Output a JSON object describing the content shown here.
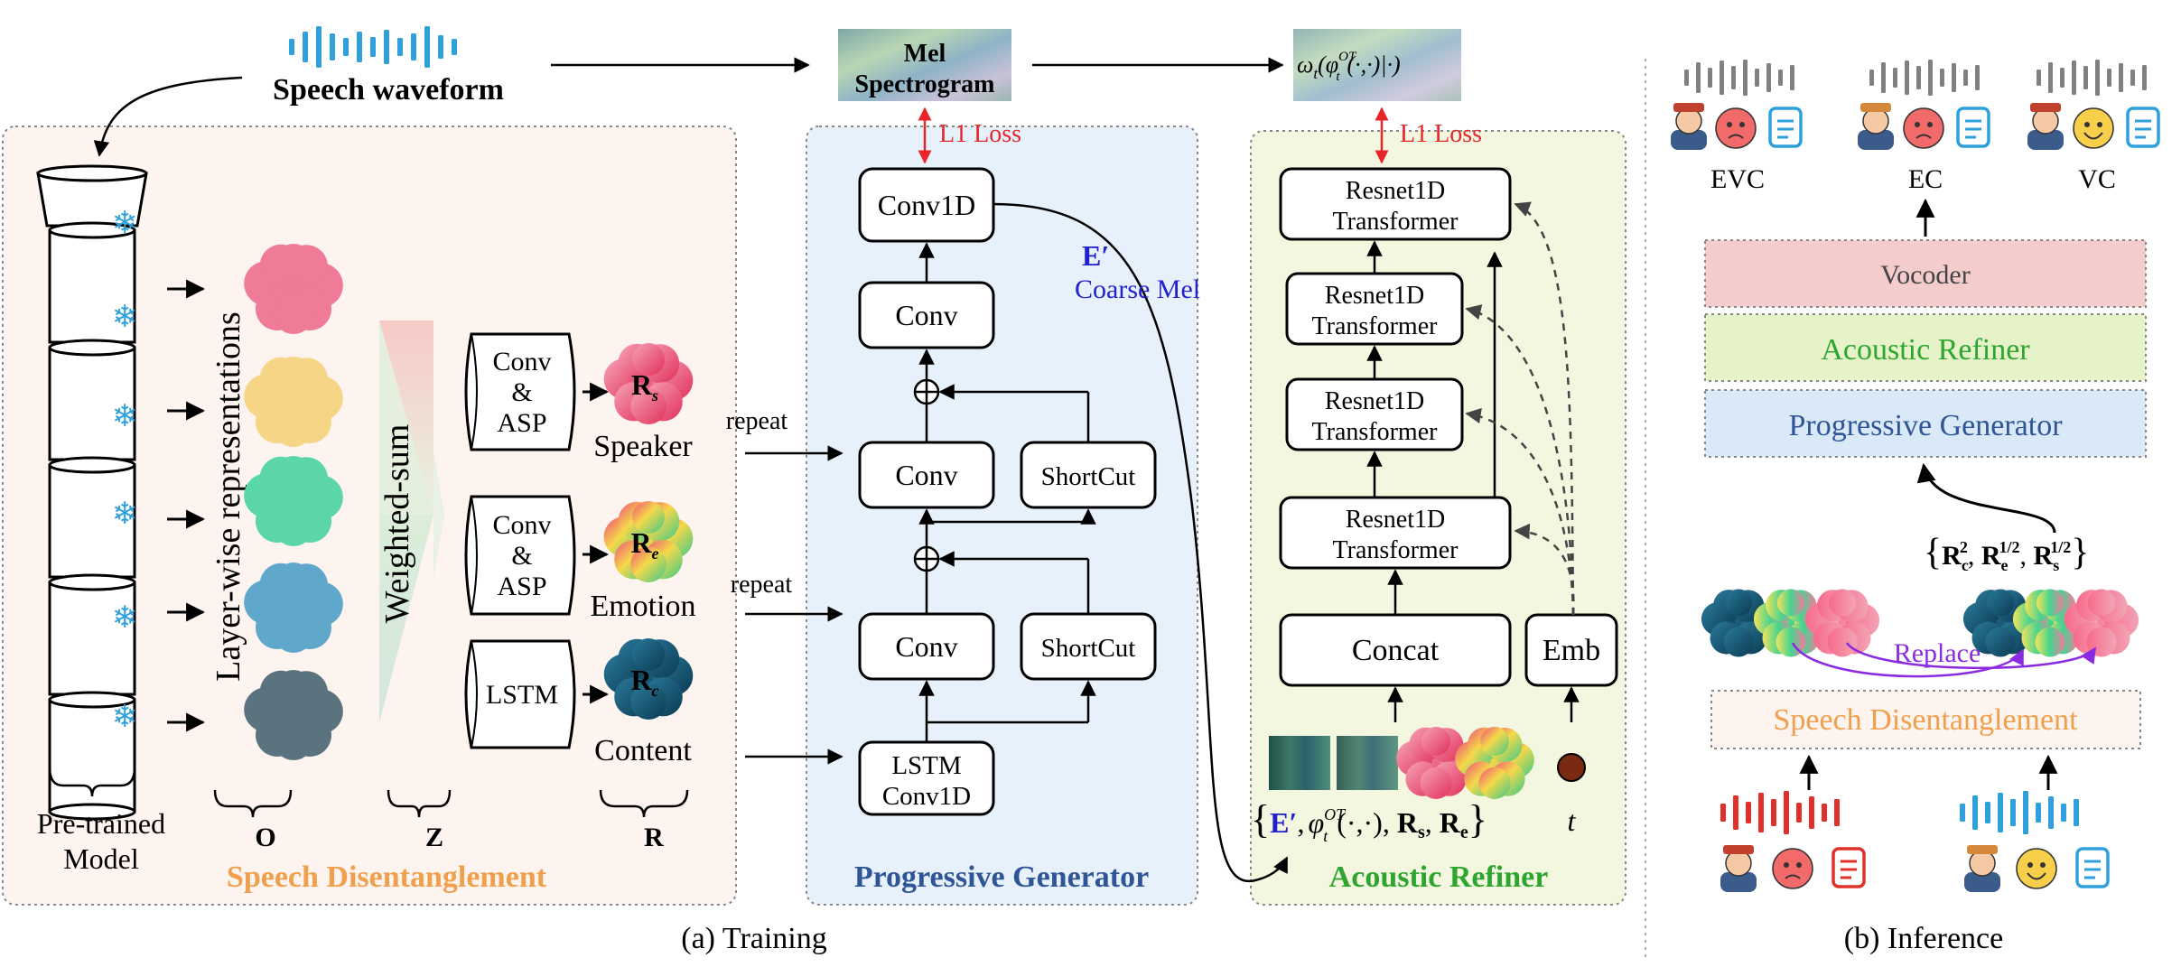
{
  "colors": {
    "sd_fill": "#fdf3ef",
    "sd_title": "#f0a04c",
    "pg_fill": "#e6f1fb",
    "pg_title": "#2f5597",
    "ar_fill": "#f3f7df",
    "ar_title": "#2ea52e",
    "loss": "#e8262a",
    "coarse": "#2222cc",
    "replace": "#8a2be2",
    "waveform_blue": "#2fa0dc",
    "waveform_red": "#e0302a",
    "waveform_gray": "#808080"
  },
  "training": {
    "waveform_label": "Speech waveform",
    "mel_label": "Mel Spectrogram",
    "mel_label_line1": "Mel",
    "mel_label_line2": "Spectrogram",
    "target_label": "ωt(φtOT(·,·)|·)",
    "target_parts": {
      "omega": "ω",
      "t_sub": "t",
      "phi": "(φ",
      "ot_sup": "OT",
      "t_sub2": "t",
      "rest": "(·,·)|·)"
    },
    "l1_loss": "L1 Loss",
    "speech_disentanglement": {
      "title": "Speech Disentanglement",
      "pretrained_model": "Pre-trained Model",
      "pretrained_line1": "Pre-trained",
      "pretrained_line2": "Model",
      "layerwise": "Layer-wise representations",
      "weighted_sum": "Weighted-sum",
      "o_label": "O",
      "z_label": "Z",
      "r_label": "R",
      "modules": [
        {
          "line1": "Conv",
          "line2": "&",
          "line3": "ASP"
        },
        {
          "line1": "Conv",
          "line2": "&",
          "line3": "ASP"
        },
        {
          "line1": "LSTM"
        }
      ],
      "outputs": [
        {
          "symbol": "R",
          "sub": "s",
          "name": "Speaker"
        },
        {
          "symbol": "R",
          "sub": "e",
          "name": "Emotion"
        },
        {
          "symbol": "R",
          "sub": "c",
          "name": "Content"
        }
      ]
    },
    "repeat_label": "repeat",
    "progressive_generator": {
      "title": "Progressive Generator",
      "conv1d": "Conv1D",
      "conv": "Conv",
      "shortcut": "ShortCut",
      "lstm_line1": "LSTM",
      "lstm_line2": "Conv1D"
    },
    "e_prime": "E′",
    "coarse_mel": "Coarse Mel",
    "acoustic_refiner": {
      "title": "Acoustic Refiner",
      "block_line1": "Resnet1D",
      "block_line2": "Transformer",
      "concat": "Concat",
      "emb": "Emb",
      "t_symbol": "t",
      "inputs_parts": {
        "open": "{",
        "e": "E′",
        "comma1": ",",
        "phi": "φ",
        "ot": "OT",
        "t": "t",
        "args": "(·,·), ",
        "rs": "R",
        "rs_sub": "s",
        "comma2": ", ",
        "re": "R",
        "re_sub": "e",
        "close": "}"
      }
    },
    "caption": "(a) Training"
  },
  "inference": {
    "tasks": [
      "EVC",
      "EC",
      "VC"
    ],
    "vocoder": "Vocoder",
    "acoustic_refiner": "Acoustic Refiner",
    "progressive_generator": "Progressive Generator",
    "speech_disentanglement": "Speech Disentanglement",
    "replace": "Replace",
    "formula_parts": {
      "open": "{",
      "rc": "R",
      "rc_sub": "c",
      "rc_sup": "2",
      "comma1": ", ",
      "re": "R",
      "re_sub": "e",
      "re_sup": "1/2",
      "comma2": ", ",
      "rs": "R",
      "rs_sub": "s",
      "rs_sup": "1/2",
      "close": "}"
    },
    "caption": "(b) Inference"
  }
}
